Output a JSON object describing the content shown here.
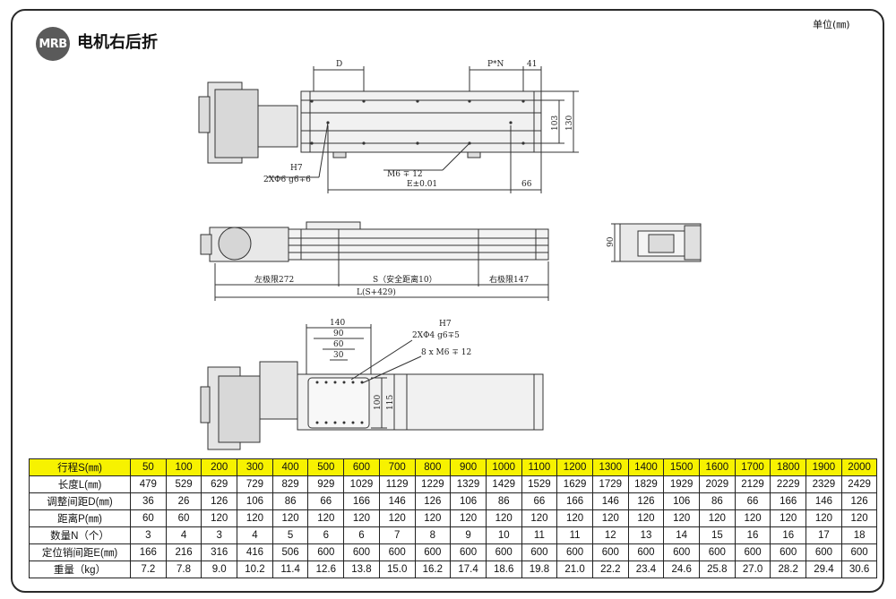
{
  "header": {
    "badge": "MRB",
    "title": "电机右后折",
    "unit_label": "单位(㎜)"
  },
  "drawing": {
    "top_view": {
      "dim_d": "D",
      "dim_pn": "P*N",
      "dim_41": "41",
      "dim_103": "103",
      "dim_130": "130",
      "note_h7": "H7",
      "note_pin": "2XΦ6 g6∓6",
      "note_m6": "M6 ∓ 12",
      "dim_e": "E±0.01",
      "dim_66": "66"
    },
    "side_view": {
      "left_limit": "左极限272",
      "stroke": "S（安全距离10）",
      "right_limit": "右极限147",
      "total_length": "L(S+429)"
    },
    "end_view": {
      "dim_90": "90"
    },
    "carriage_view": {
      "dim_140": "140",
      "dim_90": "90",
      "dim_60": "60",
      "dim_30": "30",
      "note_h7": "H7",
      "note_pin": "2XΦ4 g6∓5",
      "note_tap": "8 x  M6 ∓ 12",
      "dim_100": "100",
      "dim_115": "115"
    }
  },
  "spec_table": {
    "rows": [
      {
        "label": "行程S(㎜)",
        "values": [
          "50",
          "100",
          "200",
          "300",
          "400",
          "500",
          "600",
          "700",
          "800",
          "900",
          "1000",
          "1100",
          "1200",
          "1300",
          "1400",
          "1500",
          "1600",
          "1700",
          "1800",
          "1900",
          "2000"
        ]
      },
      {
        "label": "长度L(㎜)",
        "values": [
          "479",
          "529",
          "629",
          "729",
          "829",
          "929",
          "1029",
          "1129",
          "1229",
          "1329",
          "1429",
          "1529",
          "1629",
          "1729",
          "1829",
          "1929",
          "2029",
          "2129",
          "2229",
          "2329",
          "2429"
        ]
      },
      {
        "label": "调整间距D(㎜)",
        "values": [
          "36",
          "26",
          "126",
          "106",
          "86",
          "66",
          "166",
          "146",
          "126",
          "106",
          "86",
          "66",
          "166",
          "146",
          "126",
          "106",
          "86",
          "66",
          "166",
          "146",
          "126"
        ]
      },
      {
        "label": "距离P(㎜)",
        "values": [
          "60",
          "60",
          "120",
          "120",
          "120",
          "120",
          "120",
          "120",
          "120",
          "120",
          "120",
          "120",
          "120",
          "120",
          "120",
          "120",
          "120",
          "120",
          "120",
          "120",
          "120"
        ]
      },
      {
        "label": "数量N（个）",
        "values": [
          "3",
          "4",
          "3",
          "4",
          "5",
          "6",
          "6",
          "7",
          "8",
          "9",
          "10",
          "11",
          "11",
          "12",
          "13",
          "14",
          "15",
          "16",
          "16",
          "17",
          "18"
        ]
      },
      {
        "label": "定位销间距E(㎜)",
        "values": [
          "166",
          "216",
          "316",
          "416",
          "506",
          "600",
          "600",
          "600",
          "600",
          "600",
          "600",
          "600",
          "600",
          "600",
          "600",
          "600",
          "600",
          "600",
          "600",
          "600",
          "600"
        ]
      },
      {
        "label": "重量（kg）",
        "values": [
          "7.2",
          "7.8",
          "9.0",
          "10.2",
          "11.4",
          "12.6",
          "13.8",
          "15.0",
          "16.2",
          "17.4",
          "18.6",
          "19.8",
          "21.0",
          "22.2",
          "23.4",
          "24.6",
          "25.8",
          "27.0",
          "28.2",
          "29.4",
          "30.6"
        ]
      }
    ]
  }
}
